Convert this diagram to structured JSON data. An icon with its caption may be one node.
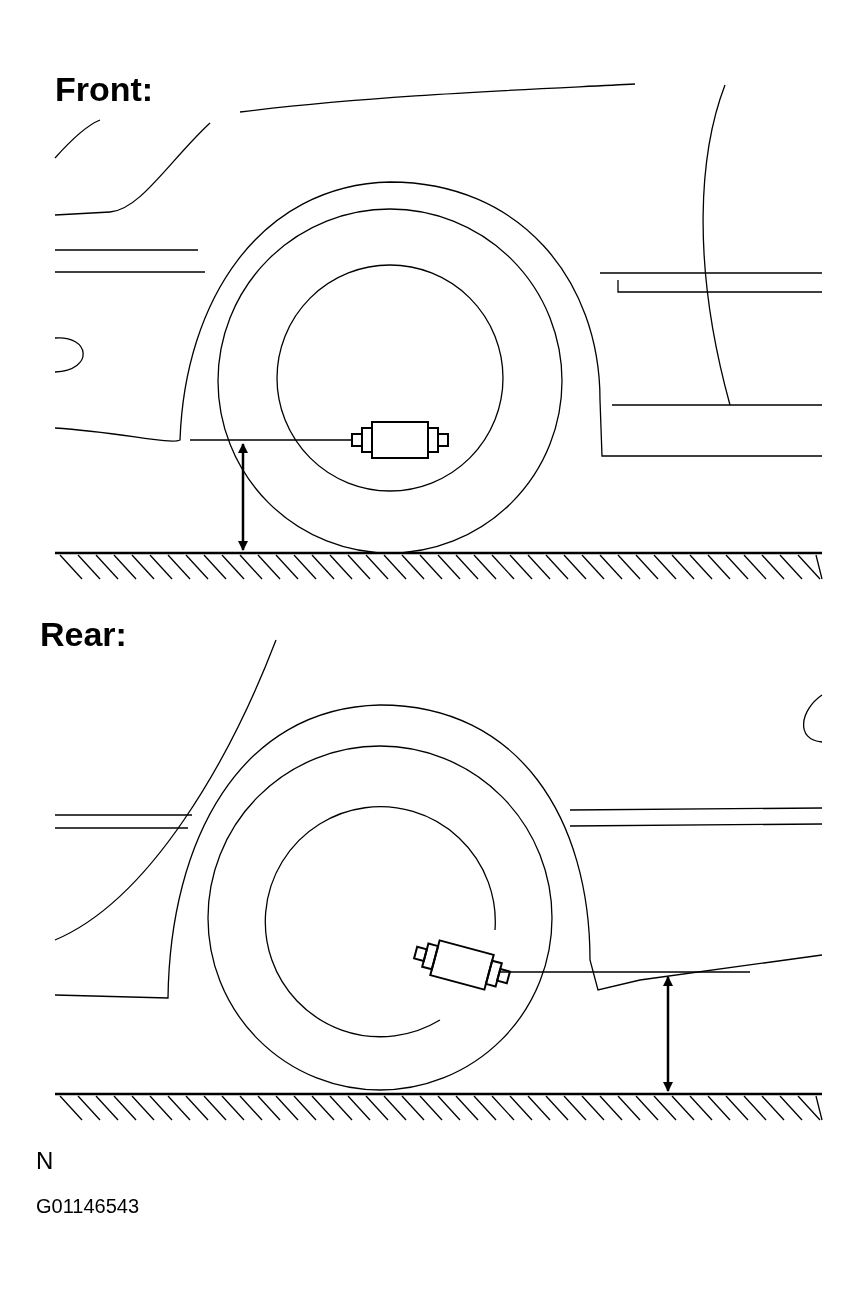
{
  "diagram": {
    "labels": [
      "Front:",
      "Rear:",
      "N",
      "G01146543"
    ]
  }
}
